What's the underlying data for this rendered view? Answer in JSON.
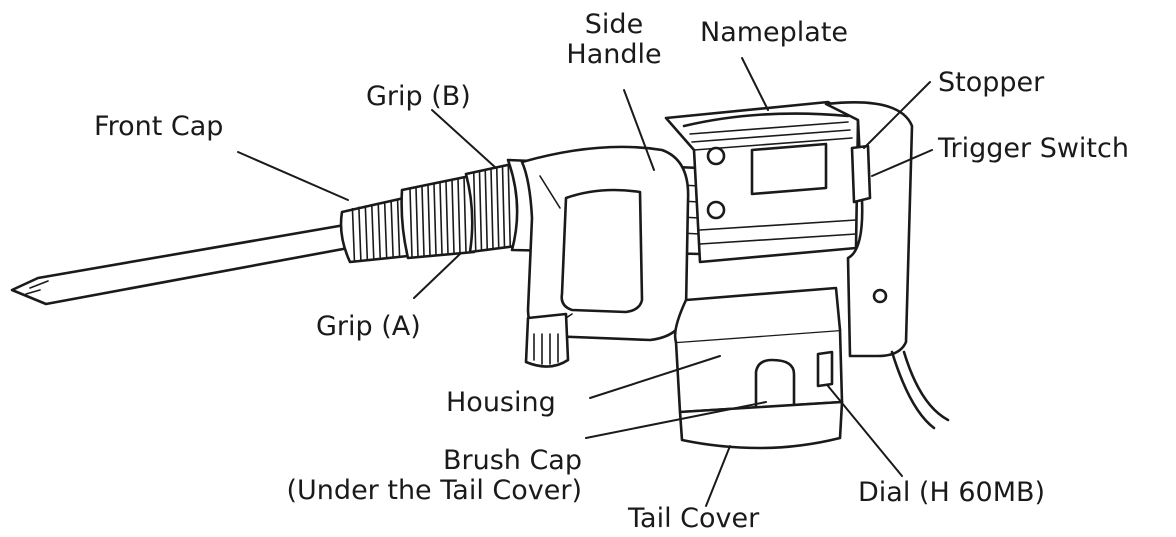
{
  "labels": {
    "front_cap": "Front Cap",
    "grip_b": "Grip (B)",
    "side_handle_1": "Side",
    "side_handle_2": "Handle",
    "nameplate": "Nameplate",
    "stopper": "Stopper",
    "trigger_switch": "Trigger Switch",
    "grip_a": "Grip (A)",
    "housing": "Housing",
    "brush_cap_1": "Brush Cap",
    "brush_cap_2": "(Under the Tail Cover)",
    "tail_cover": "Tail Cover",
    "dial": "Dial (H 60MB)"
  }
}
